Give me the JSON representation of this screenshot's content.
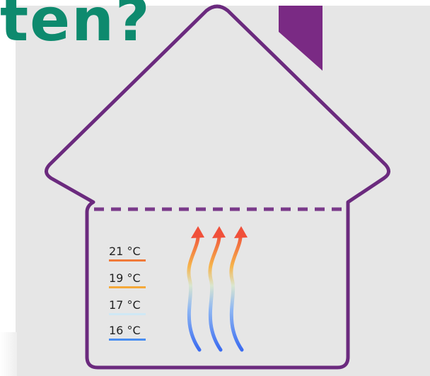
{
  "title_fragment": "ten?",
  "legend": [
    {
      "label": "21 °C",
      "color": "#f07a3a"
    },
    {
      "label": "19 °C",
      "color": "#f4a93a"
    },
    {
      "label": "17 °C",
      "color": "#cfe8f5"
    },
    {
      "label": "16 °C",
      "color": "#4a8ef0"
    }
  ],
  "colors": {
    "house_outline": "#6b2a7e",
    "chimney": "#7a2a84",
    "divider": "#7a3a8a",
    "title": "#0e8a6e",
    "background": "#e6e6e6"
  }
}
